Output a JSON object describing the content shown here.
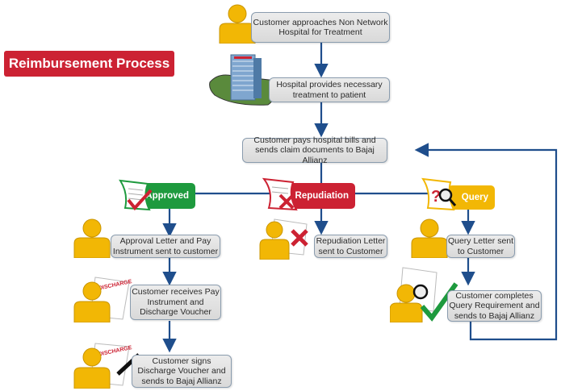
{
  "title": "Reimbursement Process",
  "colors": {
    "title_bg": "#cc2233",
    "approved": "#1e9a3e",
    "repudiation": "#cc2233",
    "query": "#f2b705",
    "connector": "#1f4e8c",
    "person": "#f2b705"
  },
  "steps": {
    "approach": "Customer approaches Non Network Hospital for Treatment",
    "treatment": "Hospital provides necessary treatment to patient",
    "pays": "Customer pays hospital bills and sends claim documents to Bajaj Allianz",
    "approval_letter": "Approval Letter and Pay Instrument sent to customer",
    "receives": "Customer receives Pay Instrument and Discharge Voucher",
    "signs": "Customer signs Discharge Voucher and sends to Bajaj Allianz",
    "repudiation_letter": "Repudiation Letter sent to Customer",
    "query_letter": "Query Letter sent to Customer",
    "completes": "Customer completes Query Requirement and sends to Bajaj Allianz"
  },
  "branches": {
    "approved": "Approved",
    "repudiation": "Repudiation",
    "query": "Query"
  },
  "icon_labels": {
    "discharge": "DISCHARGE"
  }
}
